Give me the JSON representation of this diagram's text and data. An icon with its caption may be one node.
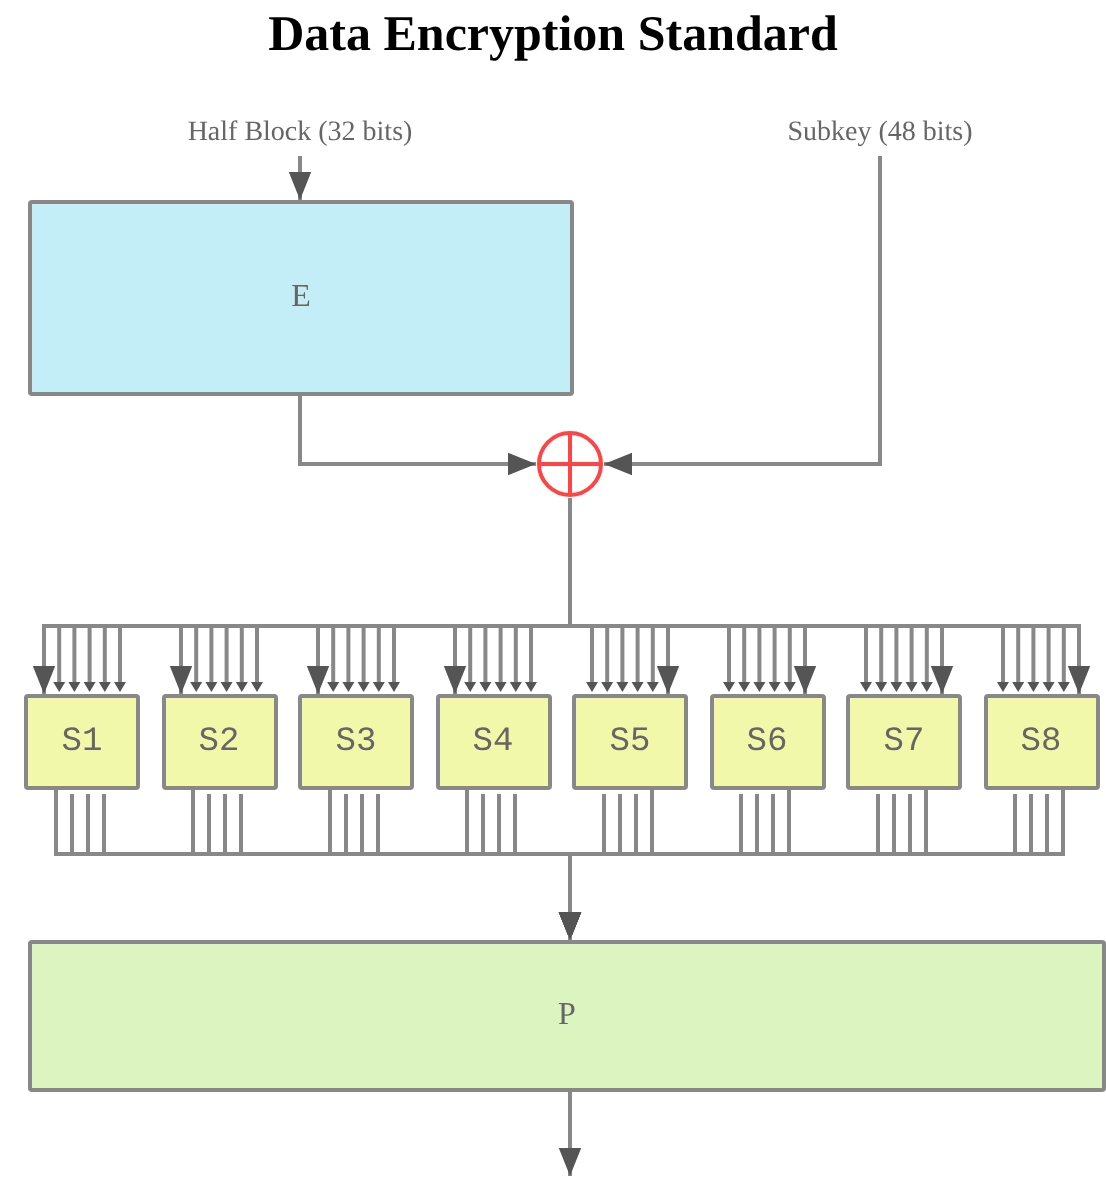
{
  "diagram": {
    "title": "Data Encryption Standard",
    "nodes": [
      {
        "text": [
          "Half Block (32 bits)"
        ]
      },
      {
        "text": [
          "Subkey (48 bits)"
        ]
      },
      {
        "text": [
          "E"
        ]
      },
      {
        "text": [],
        "shape": "circle"
      },
      {
        "text": [
          "S1"
        ]
      },
      {
        "text": [
          "S2"
        ]
      },
      {
        "text": [
          "S3"
        ]
      },
      {
        "text": [
          "S4"
        ]
      },
      {
        "text": [
          "S5"
        ]
      },
      {
        "text": [
          "S6"
        ]
      },
      {
        "text": [
          "S7"
        ]
      },
      {
        "text": [
          "S8"
        ]
      },
      {
        "text": [
          "P"
        ]
      }
    ],
    "edges": [
      {
        "from": 0,
        "to": 2,
        "arrow": "to"
      },
      {
        "from": 2,
        "to": 3,
        "arrow": "to"
      },
      {
        "from": 1,
        "to": 3,
        "arrow": "to"
      },
      {
        "from": 3,
        "to": 4,
        "arrow": "to"
      },
      {
        "from": 3,
        "to": 5,
        "arrow": "to"
      },
      {
        "from": 3,
        "to": 6,
        "arrow": "to"
      },
      {
        "from": 3,
        "to": 7,
        "arrow": "to"
      },
      {
        "from": 3,
        "to": 8,
        "arrow": "to"
      },
      {
        "from": 3,
        "to": 9,
        "arrow": "to"
      },
      {
        "from": 3,
        "to": 10,
        "arrow": "to"
      },
      {
        "from": 3,
        "to": 11,
        "arrow": "to"
      },
      {
        "from": 4,
        "to": 12,
        "arrow": "to"
      },
      {
        "from": 5,
        "to": 12,
        "arrow": "to"
      },
      {
        "from": 6,
        "to": 12,
        "arrow": "to"
      },
      {
        "from": 7,
        "to": 12,
        "arrow": "to"
      },
      {
        "from": 8,
        "to": 12,
        "arrow": "to"
      },
      {
        "from": 9,
        "to": 12,
        "arrow": "to"
      },
      {
        "from": 10,
        "to": 12,
        "arrow": "to"
      },
      {
        "from": 11,
        "to": 12,
        "arrow": "to"
      },
      {
        "from": 12,
        "to": null,
        "arrow": "to"
      }
    ]
  }
}
